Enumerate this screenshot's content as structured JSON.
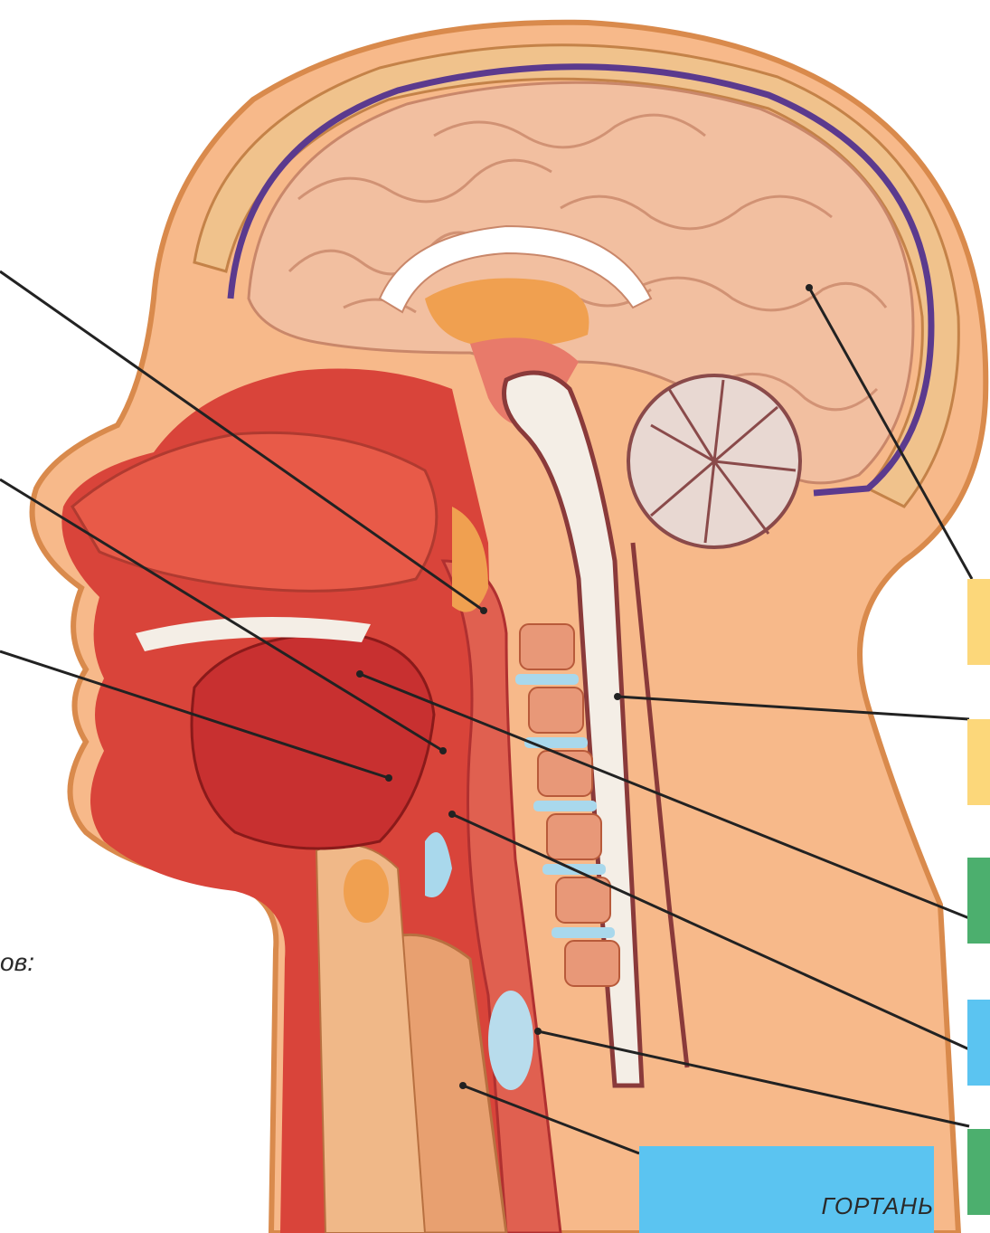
{
  "cut_off_text": "ов:",
  "bottom_label": {
    "text": "ГОРТАНЬ"
  },
  "colors": {
    "yellow_box": "#fcd77a",
    "green_box": "#4caf6e",
    "blue_box": "#5bc4f1",
    "brain": "#f2bfa0",
    "skin": "#f7b98a",
    "muscle": "#d63a30",
    "dura": "#5b3a8e",
    "spinal_cord": "#f4eee6",
    "leader_line": "#222222"
  },
  "side_boxes": [
    {
      "color_key": "yellow_box"
    },
    {
      "color_key": "yellow_box"
    },
    {
      "color_key": "green_box"
    },
    {
      "color_key": "blue_box"
    },
    {
      "color_key": "green_box"
    }
  ]
}
